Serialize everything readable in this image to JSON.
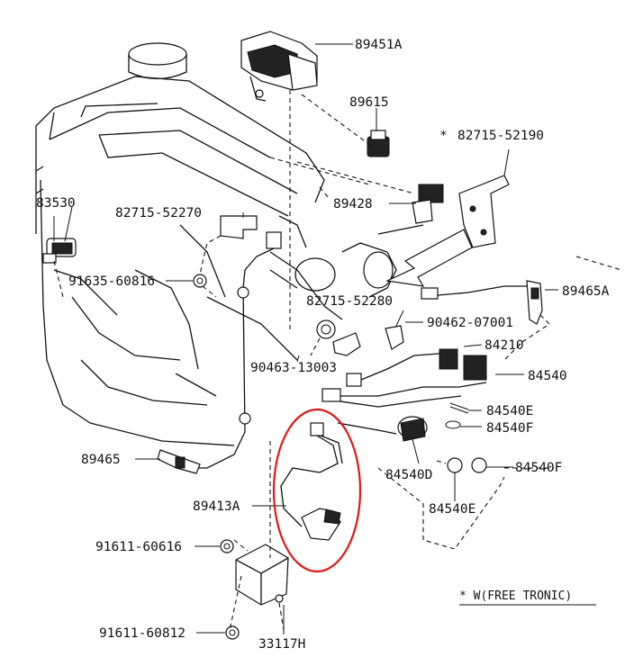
{
  "colors": {
    "line": "#111111",
    "highlight": "#e01818",
    "background": "#ffffff"
  },
  "labels": {
    "p89451A": "89451A",
    "p89615": "89615",
    "p82715_52190": "82715-52190",
    "star": "*",
    "p83530": "83530",
    "p82715_52270": "82715-52270",
    "p89428": "89428",
    "p91635_60816": "91635-60816",
    "p89465A": "89465A",
    "p82715_52280": "82715-52280",
    "p90462_07001": "90462-07001",
    "p84210": "84210",
    "p90463_13003": "90463-13003",
    "p84540": "84540",
    "p84540E_a": "84540E",
    "p84540F_a": "84540F",
    "p89465": "89465",
    "p84540D": "84540D",
    "p84540F_b": "84540F",
    "p89413A": "89413A",
    "p84540E_b": "84540E",
    "p91611_60616": "91611-60616",
    "p91611_60812": "91611-60812",
    "p33117H": "33117H"
  },
  "footnote": "* W(FREE TRONIC)"
}
